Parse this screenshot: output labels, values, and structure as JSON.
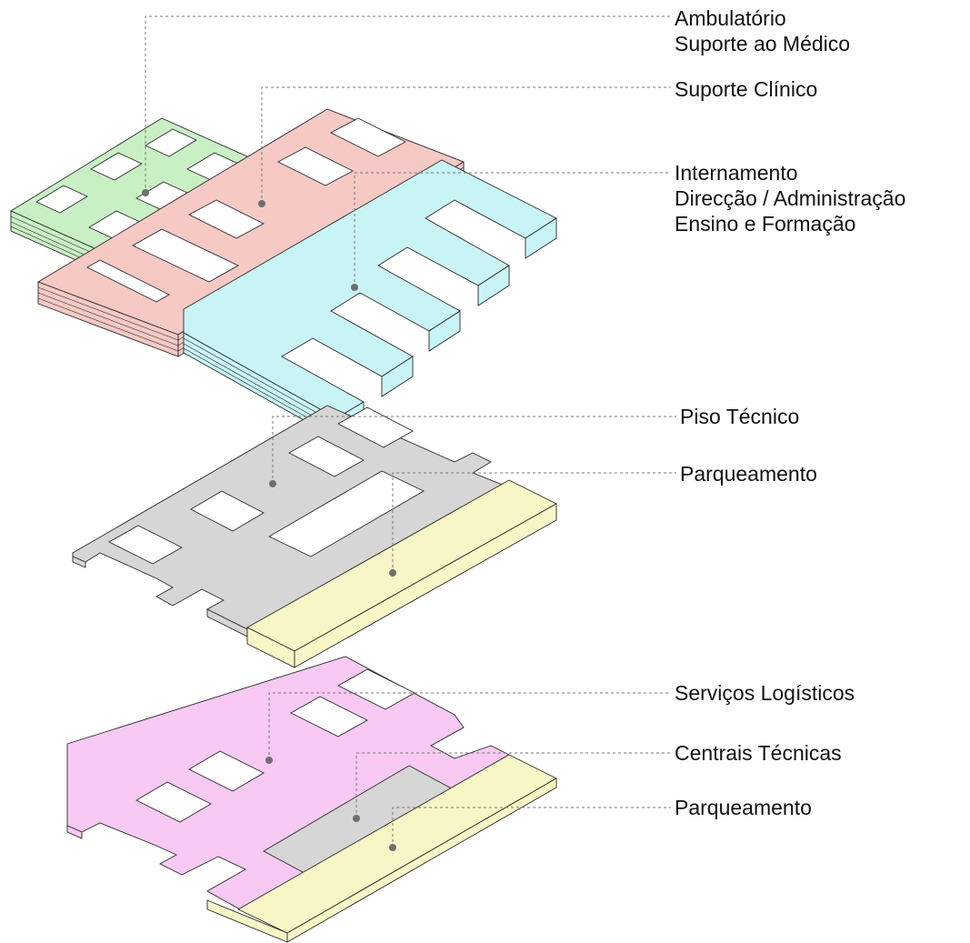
{
  "colors": {
    "green": "#c9f0c4",
    "pink": "#f6c9c5",
    "cyan": "#c9f4f6",
    "grey": "#d6d6d6",
    "yellow": "#f8f6c6",
    "magenta": "#f7c9f3"
  },
  "groups": [
    {
      "id": "upper",
      "labels": [
        "Ambulatório",
        "Suporte ao Médico"
      ]
    },
    {
      "id": "upper",
      "labels": [
        "Suporte Clínico"
      ]
    },
    {
      "id": "upper",
      "labels": [
        "Internamento",
        "Direcção / Administração",
        "Ensino e Formação"
      ]
    },
    {
      "id": "middle",
      "labels": [
        "Piso Técnico"
      ]
    },
    {
      "id": "middle",
      "labels": [
        "Parqueamento"
      ]
    },
    {
      "id": "lower",
      "labels": [
        "Serviços Logísticos"
      ]
    },
    {
      "id": "lower",
      "labels": [
        "Centrais Técnicas"
      ]
    },
    {
      "id": "lower",
      "labels": [
        "Parqueamento"
      ]
    }
  ]
}
